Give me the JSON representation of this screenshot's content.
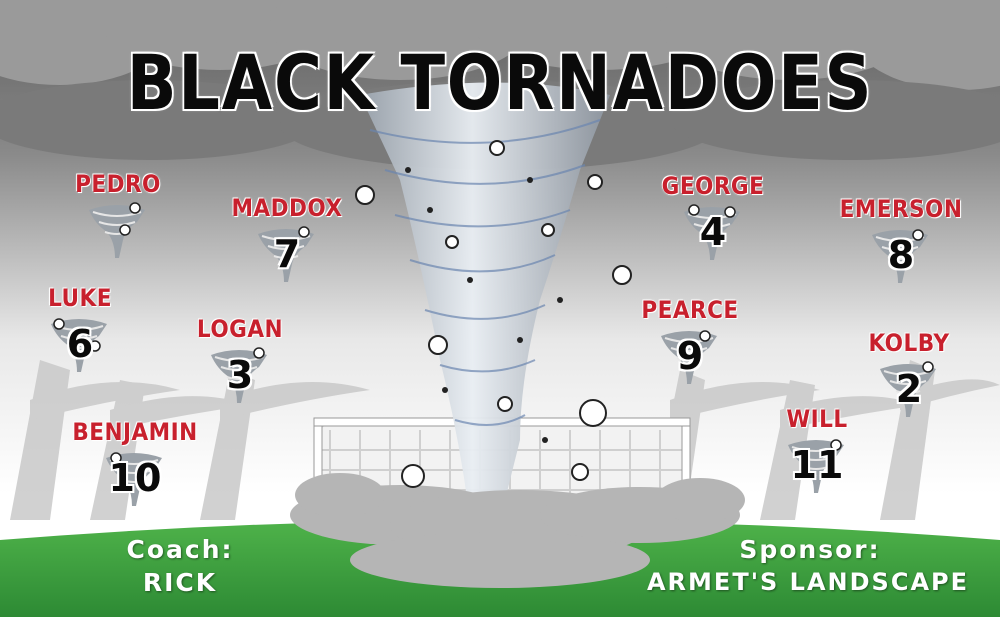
{
  "team": {
    "name": "BLACK TORNADOES"
  },
  "players": [
    {
      "name": "PEDRO",
      "number": ""
    },
    {
      "name": "MADDOX",
      "number": "7"
    },
    {
      "name": "GEORGE",
      "number": "4"
    },
    {
      "name": "EMERSON",
      "number": "8"
    },
    {
      "name": "LUKE",
      "number": "6"
    },
    {
      "name": "LOGAN",
      "number": "3"
    },
    {
      "name": "PEARCE",
      "number": "9"
    },
    {
      "name": "KOLBY",
      "number": "2"
    },
    {
      "name": "BENJAMIN",
      "number": "10"
    },
    {
      "name": "WILL",
      "number": "11"
    }
  ],
  "footer": {
    "coach_label": "Coach:",
    "coach_name": "RICK",
    "sponsor_label": "Sponsor:",
    "sponsor_name": "ARMET'S LANDSCAPE"
  },
  "colors": {
    "name_red": "#c8202d",
    "number_black": "#0a0a0a",
    "grass": "#3fa33f",
    "sky_dark": "#6e6e6e"
  }
}
